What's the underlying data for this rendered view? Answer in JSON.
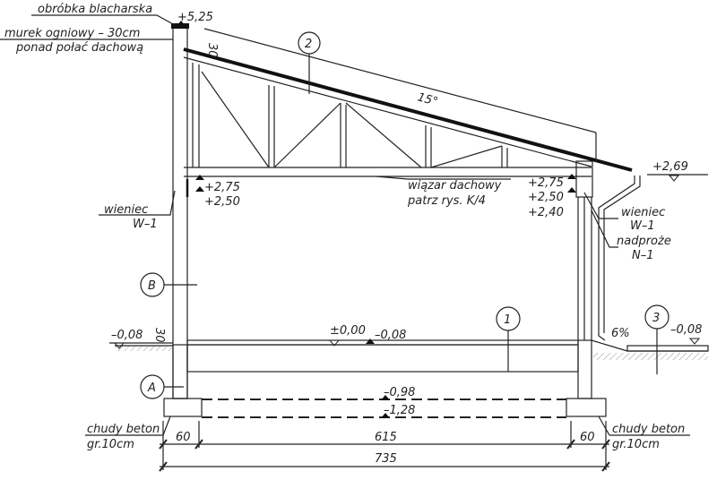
{
  "title": "Przekrój budynku",
  "labels": {
    "flashing": "obróbka blacharska",
    "firewall_1": "murek ogniowy – 30cm",
    "firewall_2": "ponad połać dachową",
    "parapet_level": "+5,25",
    "roof_angle": "15°",
    "parapet_dim": "30",
    "truss_1": "wiązar dachowy",
    "truss_2": "patrz rys. K/4",
    "left_275": "+2,75",
    "left_250": "+2,50",
    "right_275": "+2,75",
    "right_250": "+2,50",
    "right_240": "+2,40",
    "eave_level": "+2,69",
    "ring_beam_left_1": "wieniec",
    "ring_beam_left_2": "W–1",
    "ring_beam_right_1": "wieniec",
    "ring_beam_right_2": "W–1",
    "lintel_1": "nadproże",
    "lintel_2": "N–1",
    "ground_left": "–0,08",
    "plinth_dim": "30",
    "floor_level": "±0,00",
    "floor_minus": "–0,08",
    "slope": "6%",
    "ground_right": "–0,08",
    "found_top": "–0,98",
    "found_bottom": "–1,28",
    "lean_concrete_left_1": "chudy beton",
    "lean_concrete_left_2": "gr.10cm",
    "lean_concrete_right_1": "chudy beton",
    "lean_concrete_right_2": "gr.10cm"
  },
  "markers": {
    "m2": "2",
    "mB": "B",
    "m1": "1",
    "mA": "A",
    "m3": "3"
  },
  "dimensions": {
    "d1": "60",
    "d2": "615",
    "d3": "60",
    "total": "735"
  }
}
